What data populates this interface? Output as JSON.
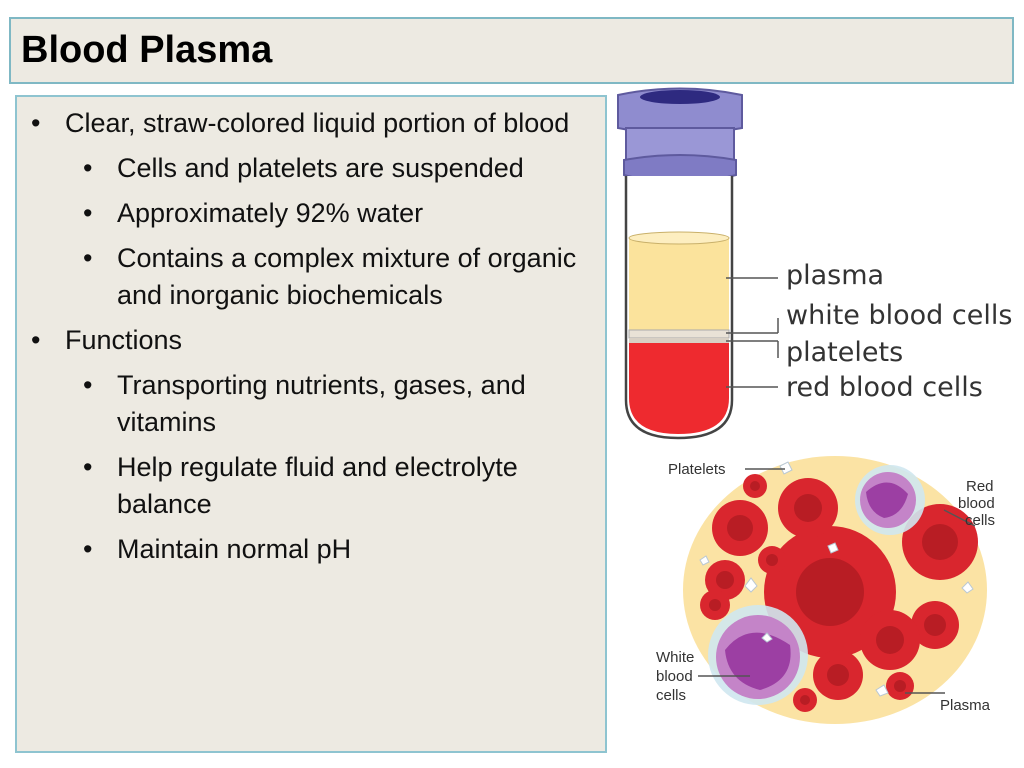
{
  "slide": {
    "title": "Blood Plasma",
    "bullets": {
      "b1": "Clear, straw-colored liquid portion of blood",
      "b1a": "Cells and platelets are suspended",
      "b1b": "Approximately 92% water",
      "b1c": "Contains a complex mixture of organic and inorganic biochemicals",
      "b2": "Functions",
      "b2a": "Transporting nutrients, gases, and vitamins",
      "b2b": "Help regulate fluid and electrolyte balance",
      "b2c": "Maintain normal pH"
    }
  },
  "tube": {
    "labels": [
      "plasma",
      "white blood cells",
      "platelets",
      "red blood cells"
    ]
  },
  "smear": {
    "platelets": "Platelets",
    "red_cells": [
      "Red",
      "blood",
      "cells"
    ],
    "white_cells": [
      "White",
      "blood",
      "cells"
    ],
    "plasma": "Plasma"
  },
  "bullet_glyph": "•"
}
